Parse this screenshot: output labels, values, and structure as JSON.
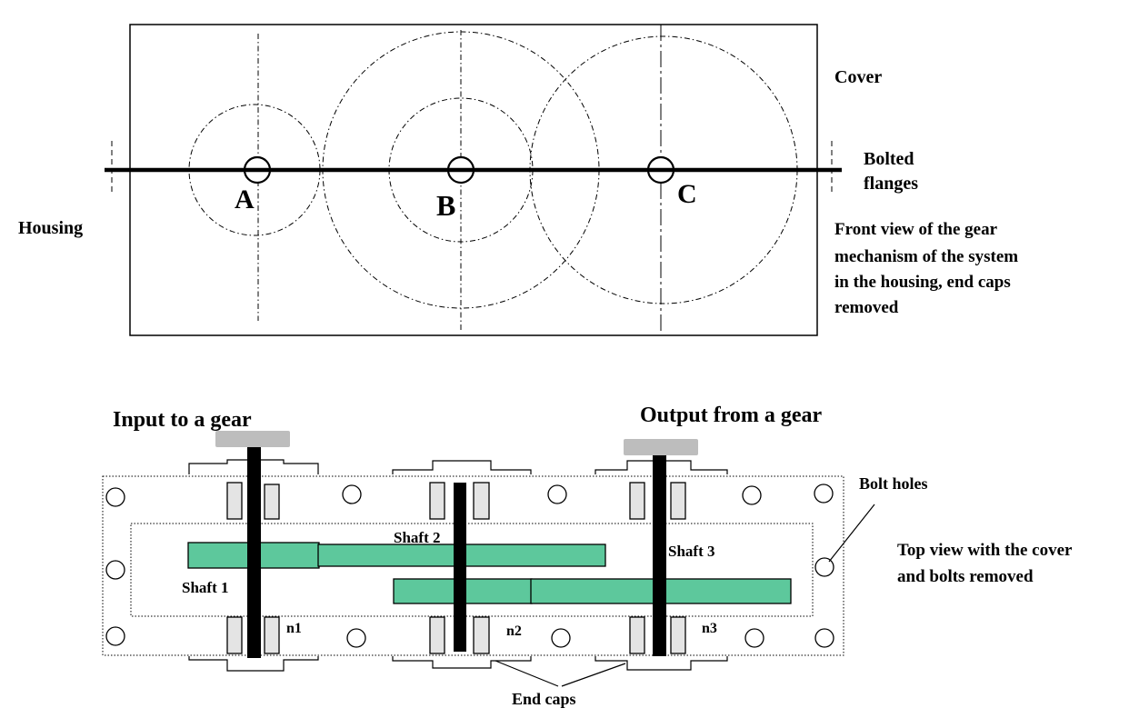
{
  "front_view": {
    "label_cover": "Cover",
    "label_flanges_1": "Bolted",
    "label_flanges_2": "flanges",
    "label_housing": "Housing",
    "shaft_a": "A",
    "shaft_b": "B",
    "shaft_c": "C",
    "caption": [
      "Front view of the  gear",
      "mechanism of the system",
      "in the housing, end caps",
      "removed"
    ]
  },
  "top_view": {
    "input_label": "Input to a gear",
    "output_label": "Output from a gear",
    "bolt_holes_label": "Bolt holes",
    "shaft1_label": "Shaft 1",
    "shaft2_label": "Shaft 2",
    "shaft3_label": "Shaft 3",
    "n1": "n1",
    "n2": "n2",
    "n3": "n3",
    "end_caps_label": "End caps",
    "caption": [
      "Top view with the cover",
      "and bolts removed"
    ]
  },
  "colors": {
    "gear_fill": "#5dc89c",
    "bearing_fill": "#e4e4e4",
    "pulley_fill": "#bdbdbd"
  }
}
